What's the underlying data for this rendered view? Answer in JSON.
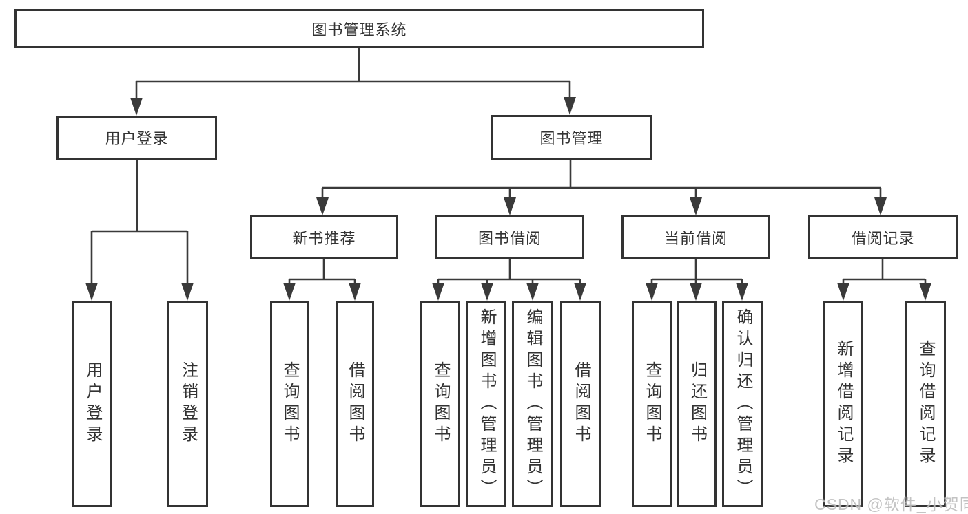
{
  "colors": {
    "line": "#3a3a3a",
    "border": "#333333",
    "text": "#333333",
    "bg": "#ffffff",
    "watermark": "#bdbdbd"
  },
  "tree": {
    "root": "图书管理系统",
    "children": [
      {
        "label": "用户登录",
        "children": [
          {
            "label": "用户登录"
          },
          {
            "label": "注销登录"
          }
        ]
      },
      {
        "label": "图书管理",
        "children": [
          {
            "label": "新书推荐",
            "children": [
              {
                "label": "查询图书"
              },
              {
                "label": "借阅图书"
              }
            ]
          },
          {
            "label": "图书借阅",
            "children": [
              {
                "label": "查询图书"
              },
              {
                "label": "新增图书（管理员）"
              },
              {
                "label": "编辑图书（管理员）"
              },
              {
                "label": "借阅图书"
              }
            ]
          },
          {
            "label": "当前借阅",
            "children": [
              {
                "label": "查询图书"
              },
              {
                "label": "归还图书"
              },
              {
                "label": "确认归还（管理员）"
              }
            ]
          },
          {
            "label": "借阅记录",
            "children": [
              {
                "label": "新增借阅记录"
              },
              {
                "label": "查询借阅记录"
              }
            ]
          }
        ]
      }
    ]
  },
  "watermark": {
    "text": "CSDN @软件_小贺同学"
  }
}
